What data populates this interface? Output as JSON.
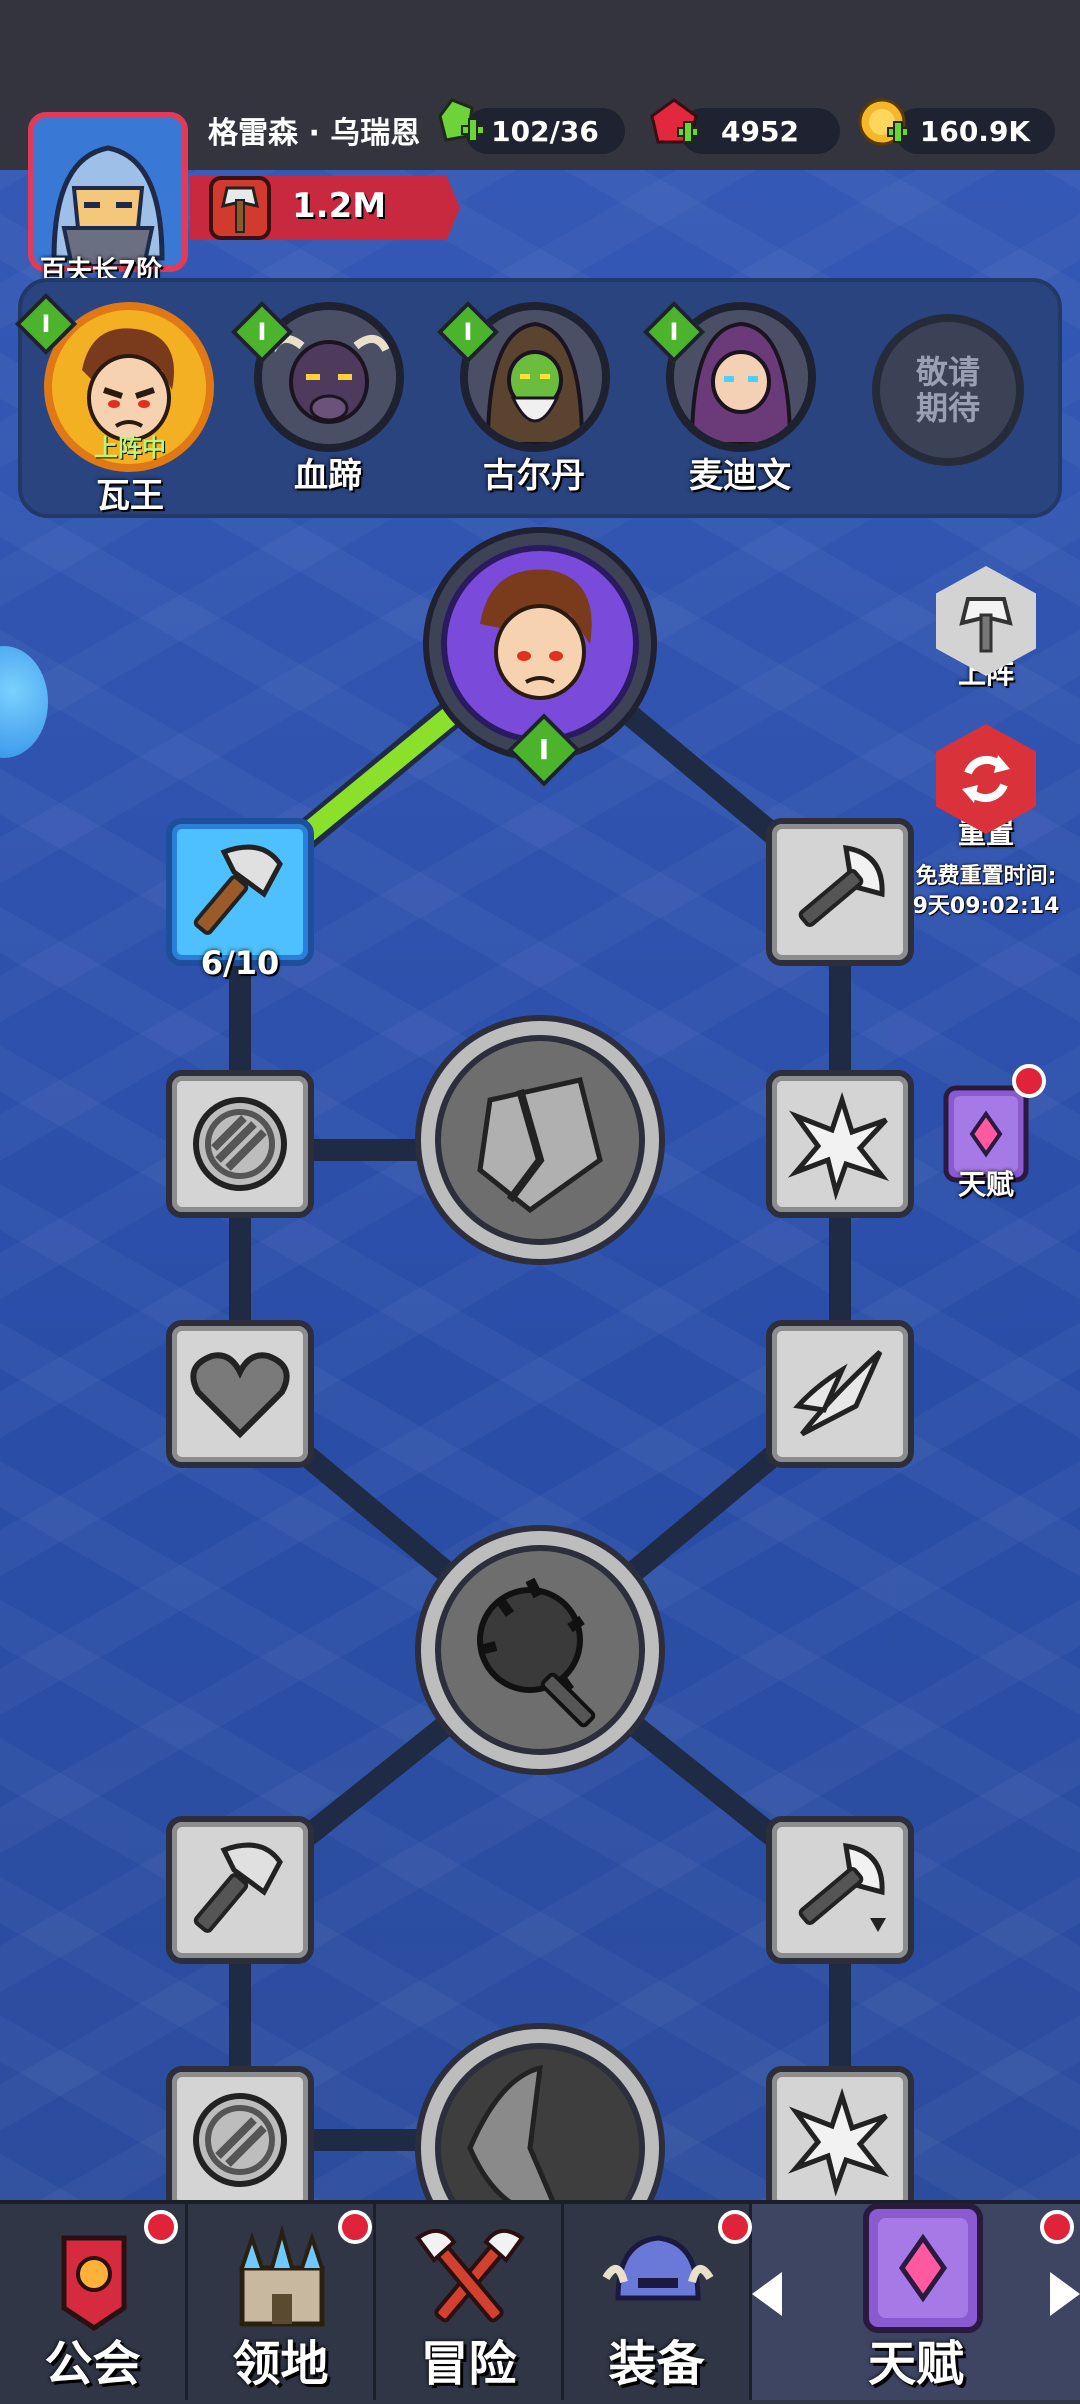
{
  "player": {
    "name": "格雷森 · 乌瑞恩",
    "rank": "百夫长7阶",
    "power": "1.2M"
  },
  "resources": [
    {
      "name": "energy",
      "icon": "green-crystal-icon",
      "value": "102/36",
      "color": "#6fd23a"
    },
    {
      "name": "gems",
      "icon": "red-gem-icon",
      "value": "4952",
      "color": "#e2283d"
    },
    {
      "name": "gold",
      "icon": "gold-coin-icon",
      "value": "160.9K",
      "color": "#f5b82a"
    }
  ],
  "heroes": [
    {
      "name": "瓦王",
      "level": "I",
      "status": "上阵中",
      "active": true
    },
    {
      "name": "血蹄",
      "level": "I",
      "status": "",
      "active": false
    },
    {
      "name": "古尔丹",
      "level": "I",
      "status": "",
      "active": false
    },
    {
      "name": "麦迪文",
      "level": "I",
      "status": "",
      "active": false
    }
  ],
  "coming_soon": "敬请期待",
  "side": {
    "deploy_label": "上阵",
    "reset_label": "重置",
    "reset_note_line1": "免费重置时间:",
    "reset_note_line2": "9天09:02:14",
    "talent_label": "天赋"
  },
  "tree": {
    "root_level": "I",
    "axe_node_progress": "6/10"
  },
  "nav": [
    {
      "label": "公会",
      "icon": "guild-banner-icon",
      "notify": true
    },
    {
      "label": "领地",
      "icon": "castle-icon",
      "notify": true
    },
    {
      "label": "冒险",
      "icon": "crossed-axes-icon",
      "notify": false
    },
    {
      "label": "装备",
      "icon": "helmet-icon",
      "notify": true
    },
    {
      "label": "天赋",
      "icon": "talent-book-icon",
      "notify": true,
      "active": true
    }
  ],
  "colors": {
    "accent_green": "#8be02b",
    "badge_red": "#e02338",
    "panel_blue": "#2a4480"
  }
}
